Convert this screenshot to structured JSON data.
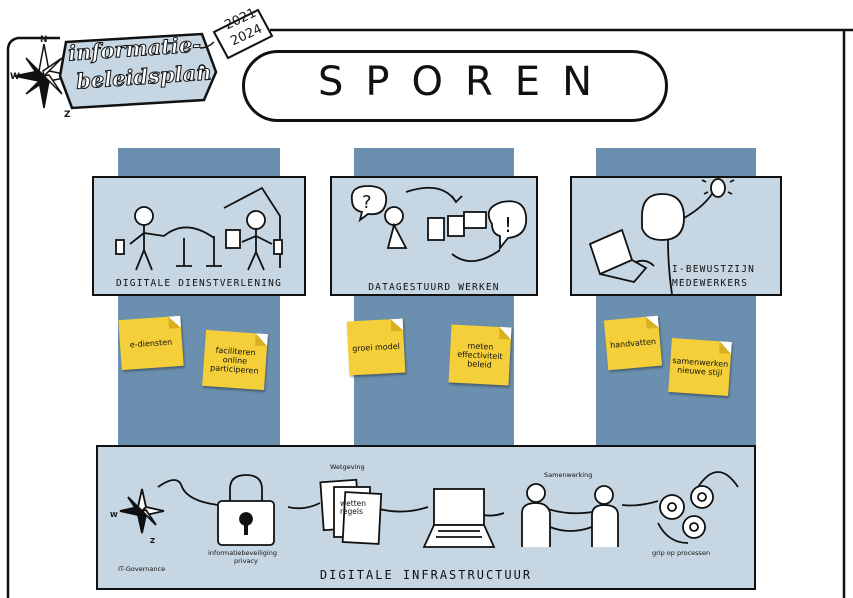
{
  "header": {
    "tag_line1": "informatie-",
    "tag_line2": "beleidsplan",
    "years_line1": "2021",
    "years_line2": "2024",
    "title": "SPOREN",
    "compass_n": "N",
    "compass_w": "W",
    "compass_z": "Z"
  },
  "tracks": [
    {
      "label": "DIGITALE DIENSTVERLENING",
      "notes": [
        "e-diensten",
        "faciliteren online participeren"
      ]
    },
    {
      "label": "DATAGESTUURD WERKEN",
      "notes": [
        "groei model",
        "meten effectiviteit beleid"
      ]
    },
    {
      "label_line1": "I-BEWUSTZIJN",
      "label_line2": "MEDEWERKERS",
      "notes": [
        "handvatten",
        "samenwerken nieuwe stijl"
      ]
    }
  ],
  "infra": {
    "title": "DIGITALE INFRASTRUCTUUR",
    "governance": "IT-Governance",
    "security_line1": "informatiebeveiliging",
    "security_line2": "privacy",
    "wetgeving": "Wetgeving",
    "docs_line1": "wetten",
    "docs_line2": "regels",
    "samenwerking": "Samenwerking",
    "processen": "grip op processen",
    "compass_w": "W",
    "compass_z": "Z"
  },
  "colors": {
    "column": "#6b8fae",
    "card": "#c6d7e3",
    "note": "#f4cf39",
    "outline": "#111111"
  }
}
